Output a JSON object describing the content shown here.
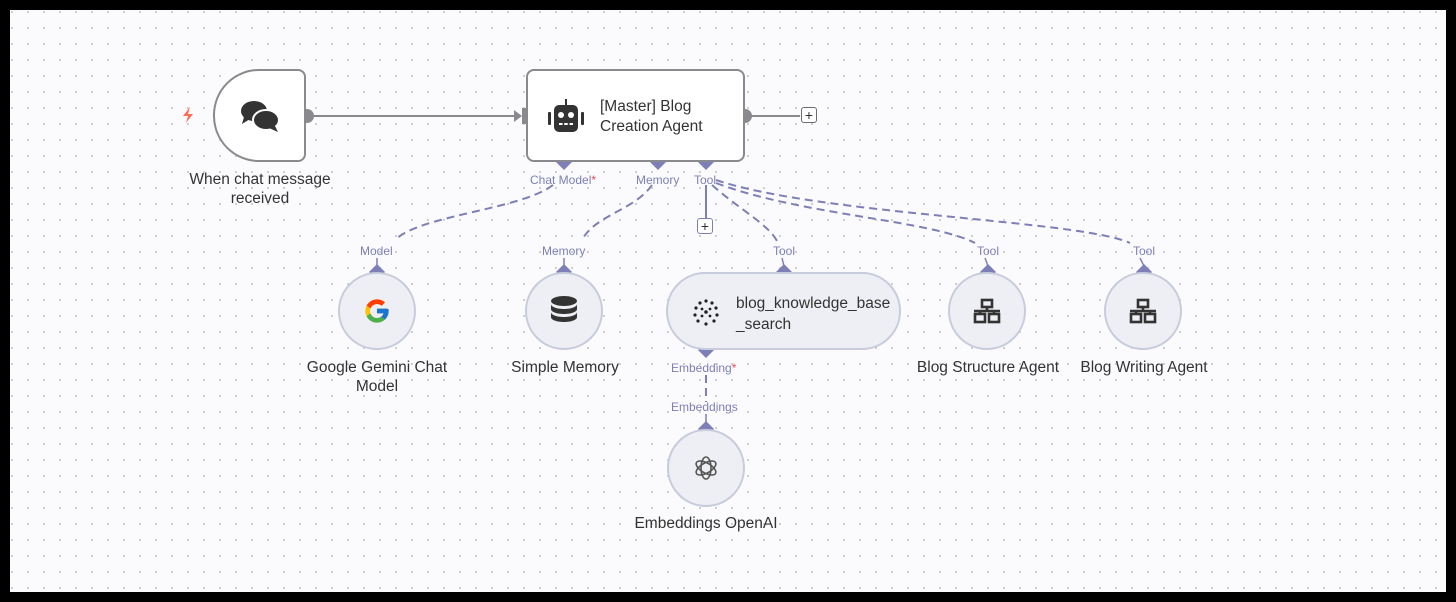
{
  "canvas": {
    "accent_color": "#7d7fb6",
    "node_border_color": "#8a8a8e",
    "trigger_icon_color": "#ff6d5a"
  },
  "nodes": {
    "trigger": {
      "label": "When chat message received",
      "icon": "chat-bubbles-icon"
    },
    "master": {
      "label": "[Master] Blog Creation Agent",
      "icon": "robot-icon",
      "ports": {
        "chat_model": "Chat Model",
        "memory": "Memory",
        "tool": "Tool",
        "required_mark": "*"
      }
    },
    "gemini": {
      "label": "Google Gemini Chat Model",
      "icon": "google-icon",
      "port": "Model"
    },
    "memory": {
      "label": "Simple Memory",
      "icon": "database-icon",
      "port": "Memory"
    },
    "vector": {
      "label": "blog_knowledge_base_search",
      "icon": "vector-store-icon",
      "port": "Tool",
      "bottom_port": "Embedding",
      "required_mark": "*"
    },
    "structure": {
      "label": "Blog Structure Agent",
      "icon": "network-icon",
      "port": "Tool"
    },
    "writing": {
      "label": "Blog Writing Agent",
      "icon": "network-icon",
      "port": "Tool"
    },
    "embeddings": {
      "label": "Embeddings OpenAI",
      "icon": "openai-icon",
      "port": "Embeddings"
    }
  },
  "buttons": {
    "add": "+"
  }
}
